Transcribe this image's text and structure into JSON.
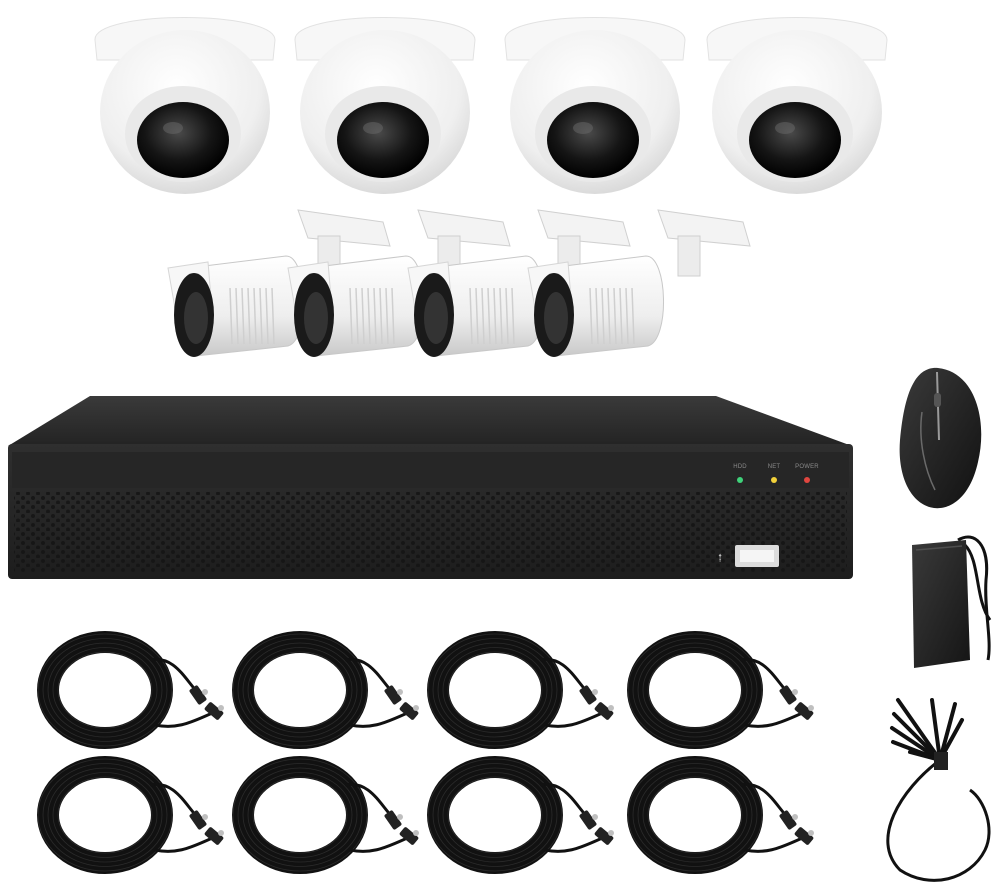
{
  "kit": {
    "dome_cameras": 4,
    "bullet_cameras": 4,
    "cable_coils": 8
  },
  "nvr": {
    "indicators": [
      {
        "label": "HDD",
        "color": "#3fd27a"
      },
      {
        "label": "NET",
        "color": "#f2d13a"
      },
      {
        "label": "POWER",
        "color": "#e0463f"
      }
    ]
  },
  "accessories": [
    "mouse",
    "power-adapter",
    "power-splitter-cable"
  ],
  "colors": {
    "background": "#ffffff",
    "camera_body": "#f4f4f4",
    "nvr_body": "#2c2c2c",
    "cable": "#111111"
  }
}
